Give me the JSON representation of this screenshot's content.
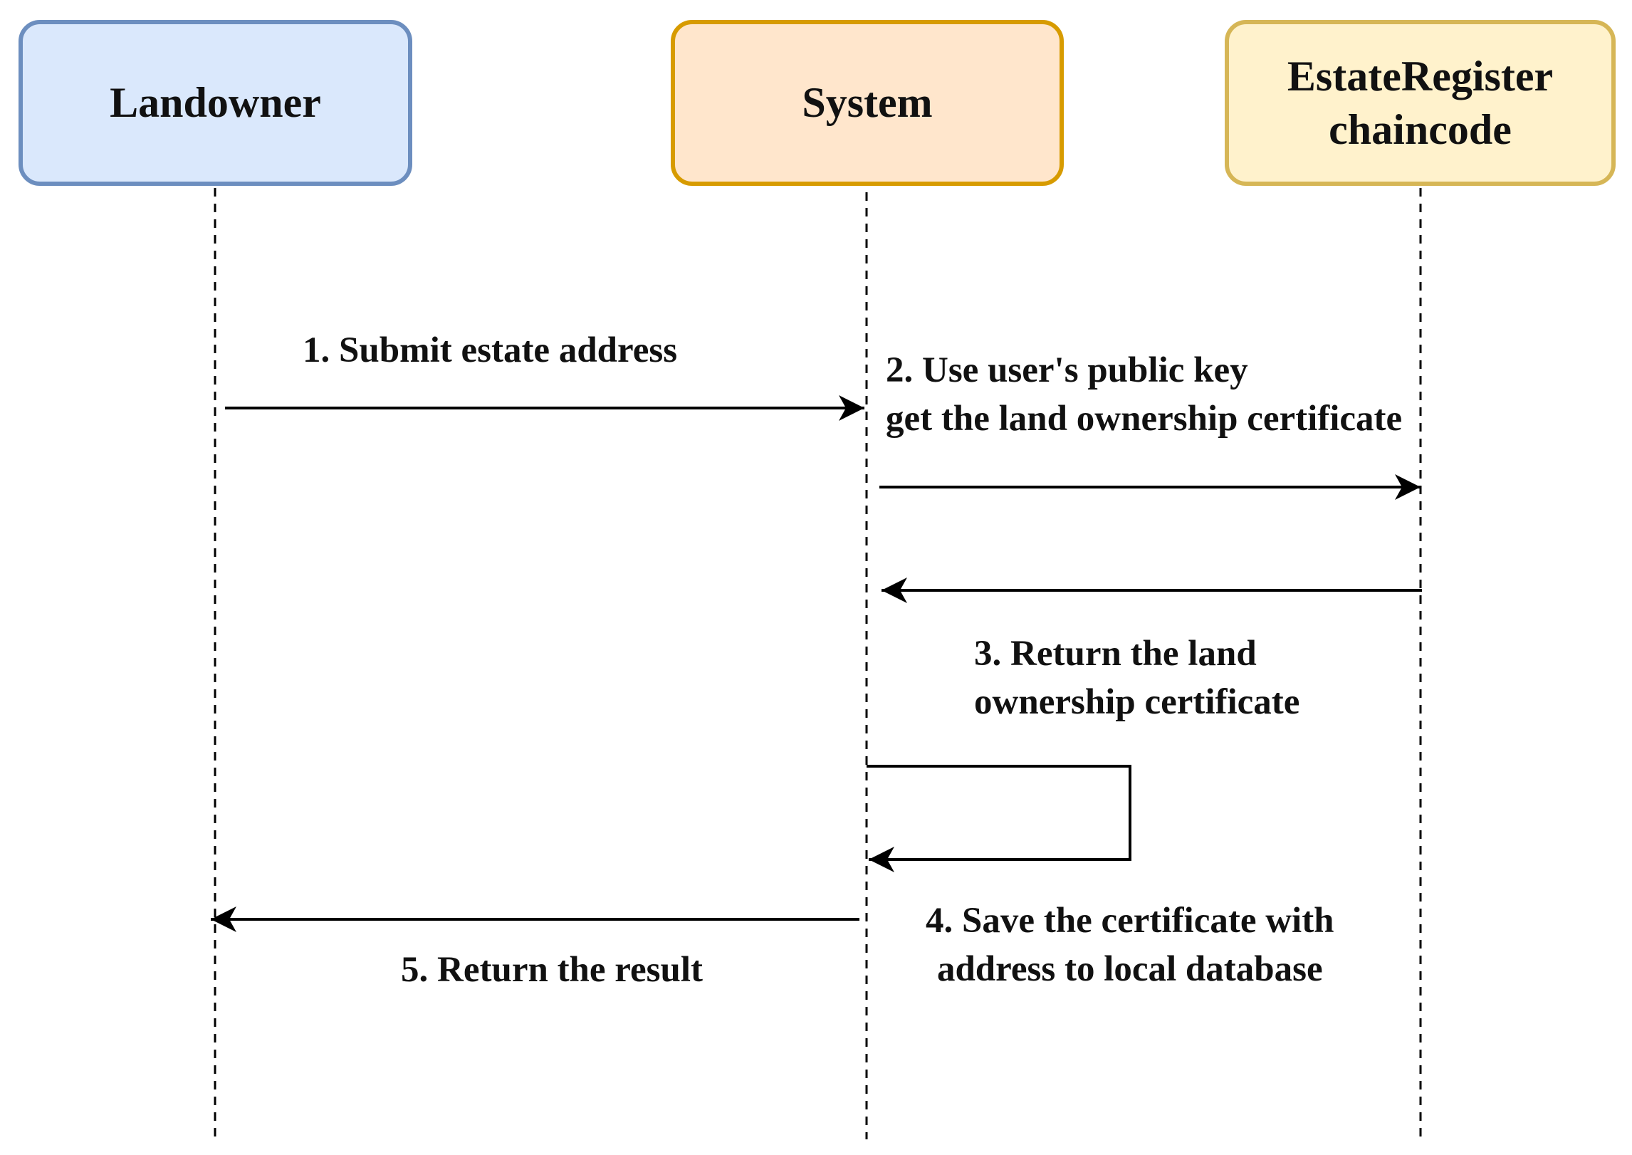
{
  "actors": [
    {
      "id": "landowner",
      "label": "Landowner",
      "fill": "#dae8fc",
      "stroke": "#6c8ebf"
    },
    {
      "id": "system",
      "label": "System",
      "fill": "#ffe6cc",
      "stroke": "#d79b00"
    },
    {
      "id": "chaincode",
      "label": "EstateRegister\nchaincode",
      "fill": "#fff2cc",
      "stroke": "#d6b656"
    }
  ],
  "messages": [
    {
      "step": 1,
      "from": "landowner",
      "to": "system",
      "label": "1. Submit estate address"
    },
    {
      "step": 2,
      "from": "system",
      "to": "chaincode",
      "label": "2. Use user's public key\n   get the land ownership certificate"
    },
    {
      "step": 3,
      "from": "chaincode",
      "to": "system",
      "label": "3. Return the land\nownership certificate"
    },
    {
      "step": 4,
      "from": "system",
      "to": "system",
      "label": "4. Save the certificate with\naddress to local database"
    },
    {
      "step": 5,
      "from": "system",
      "to": "landowner",
      "label": "5. Return the result"
    }
  ]
}
